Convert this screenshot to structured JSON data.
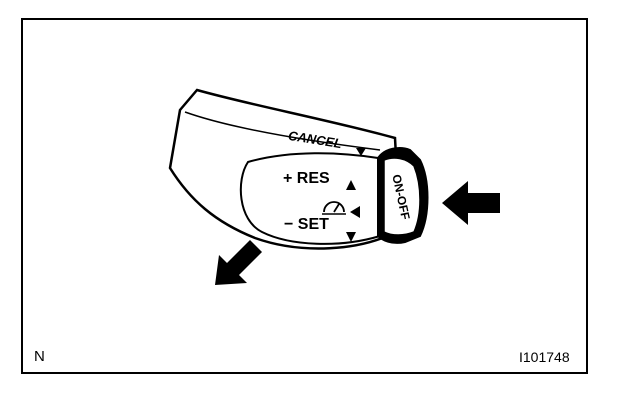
{
  "lever": {
    "cancel_label": "CANCEL",
    "res_label": "+ RES",
    "set_label": "− SET",
    "onoff_label": "ON-OFF"
  },
  "corner": {
    "left_label": "N",
    "right_label": "I101748"
  },
  "icons": {
    "cruise_symbol": "speedometer-icon",
    "press_arrow": "arrow-left-icon",
    "pull_arrow": "arrow-down-left-icon"
  }
}
